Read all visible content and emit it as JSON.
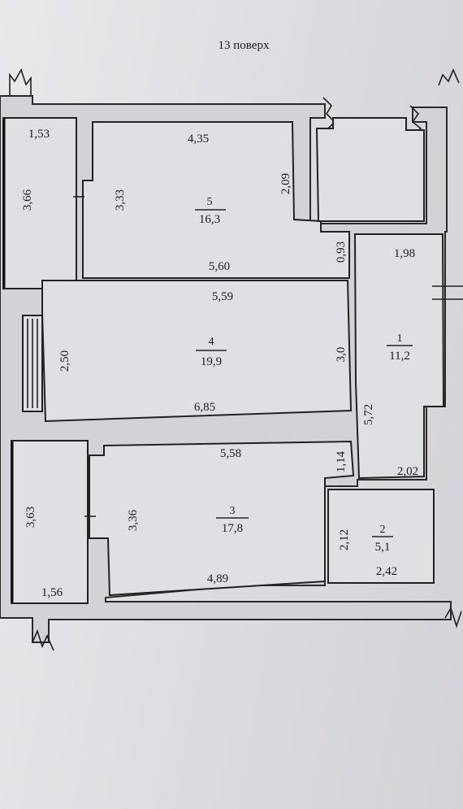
{
  "floor_title": "13 поверх",
  "rooms": [
    {
      "number": "1",
      "area": "11,2"
    },
    {
      "number": "2",
      "area": "5,1"
    },
    {
      "number": "3",
      "area": "17,8"
    },
    {
      "number": "4",
      "area": "19,9"
    },
    {
      "number": "5",
      "area": "16,3"
    }
  ],
  "dimensions": {
    "balcony_top_width": "1,53",
    "balcony_top_height": "3,66",
    "room5_top": "4,35",
    "room5_left": "3,33",
    "room5_right_step": "2,09",
    "room5_bottom": "5,60",
    "corridor_step": "0,93",
    "room1_top": "1,98",
    "room4_top": "5,59",
    "room4_left": "2,50",
    "room4_right": "3,0",
    "room4_bottom": "6,85",
    "room1_left": "5,72",
    "room3_top": "5,58",
    "room3_right_step": "1,14",
    "room1_bottom": "2,02",
    "balcony_bottom_height": "3,63",
    "room3_left": "3,36",
    "room2_left": "2,12",
    "room2_bottom": "2,42",
    "room3_bottom": "4,89",
    "balcony_bottom_width": "1,56"
  }
}
